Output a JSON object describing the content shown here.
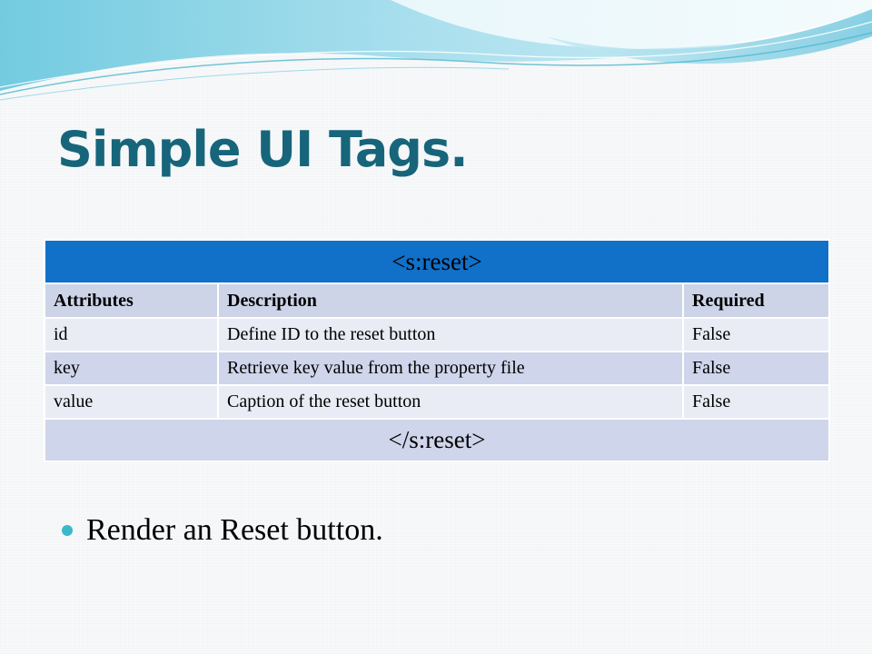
{
  "slide": {
    "title": "Simple UI Tags."
  },
  "table": {
    "open_tag": "<s:reset>",
    "columns": [
      "Attributes",
      "Description",
      "Required"
    ],
    "rows": [
      {
        "attribute": "id",
        "description": "Define ID to the reset button",
        "required": "False"
      },
      {
        "attribute": "key",
        "description": "Retrieve key value from the property file",
        "required": "False"
      },
      {
        "attribute": "value",
        "description": "Caption of the reset button",
        "required": "False"
      }
    ],
    "close_tag": "</s:reset>"
  },
  "bullets": [
    "Render an Reset button."
  ],
  "colors": {
    "title": "#17657a",
    "table_header": "#1170c8",
    "row_light": "#e9ebf5",
    "row_dark": "#cfd5ea",
    "bullet": "#3bb8c9",
    "wave": "#8fd6e8"
  }
}
